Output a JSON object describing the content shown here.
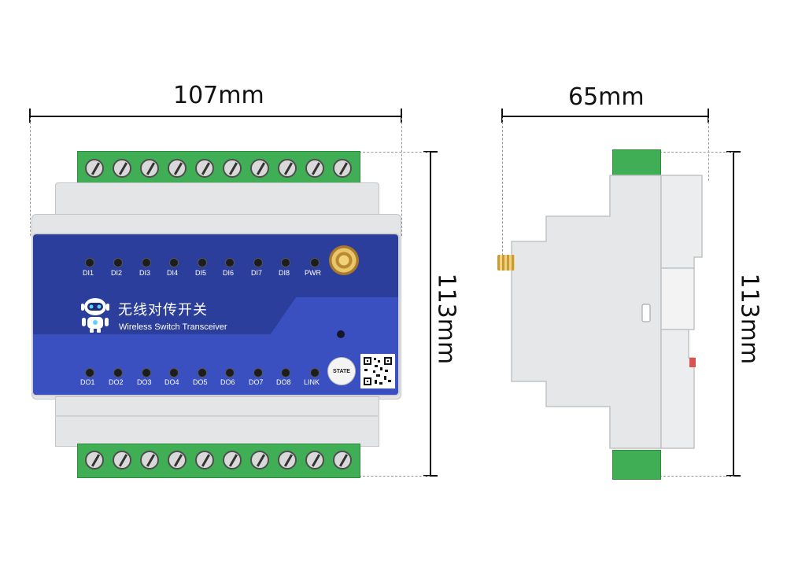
{
  "dimensions": {
    "front_width": "107mm",
    "side_width": "65mm",
    "front_height": "113mm",
    "side_height": "113mm"
  },
  "device": {
    "title": "无线对传开关",
    "subtitle": "Wireless Switch Transceiver",
    "state_button": "STATE",
    "input_leds": [
      "DI1",
      "DI2",
      "DI3",
      "DI4",
      "DI5",
      "DI6",
      "DI7",
      "DI8",
      "PWR"
    ],
    "output_leds": [
      "DO1",
      "DO2",
      "DO3",
      "DO4",
      "DO5",
      "DO6",
      "DO7",
      "DO8",
      "LINK"
    ]
  },
  "colors": {
    "panel_blue": "#2b3e9c",
    "terminal_green": "#3fae55",
    "housing_gray": "#e4e5e6"
  }
}
